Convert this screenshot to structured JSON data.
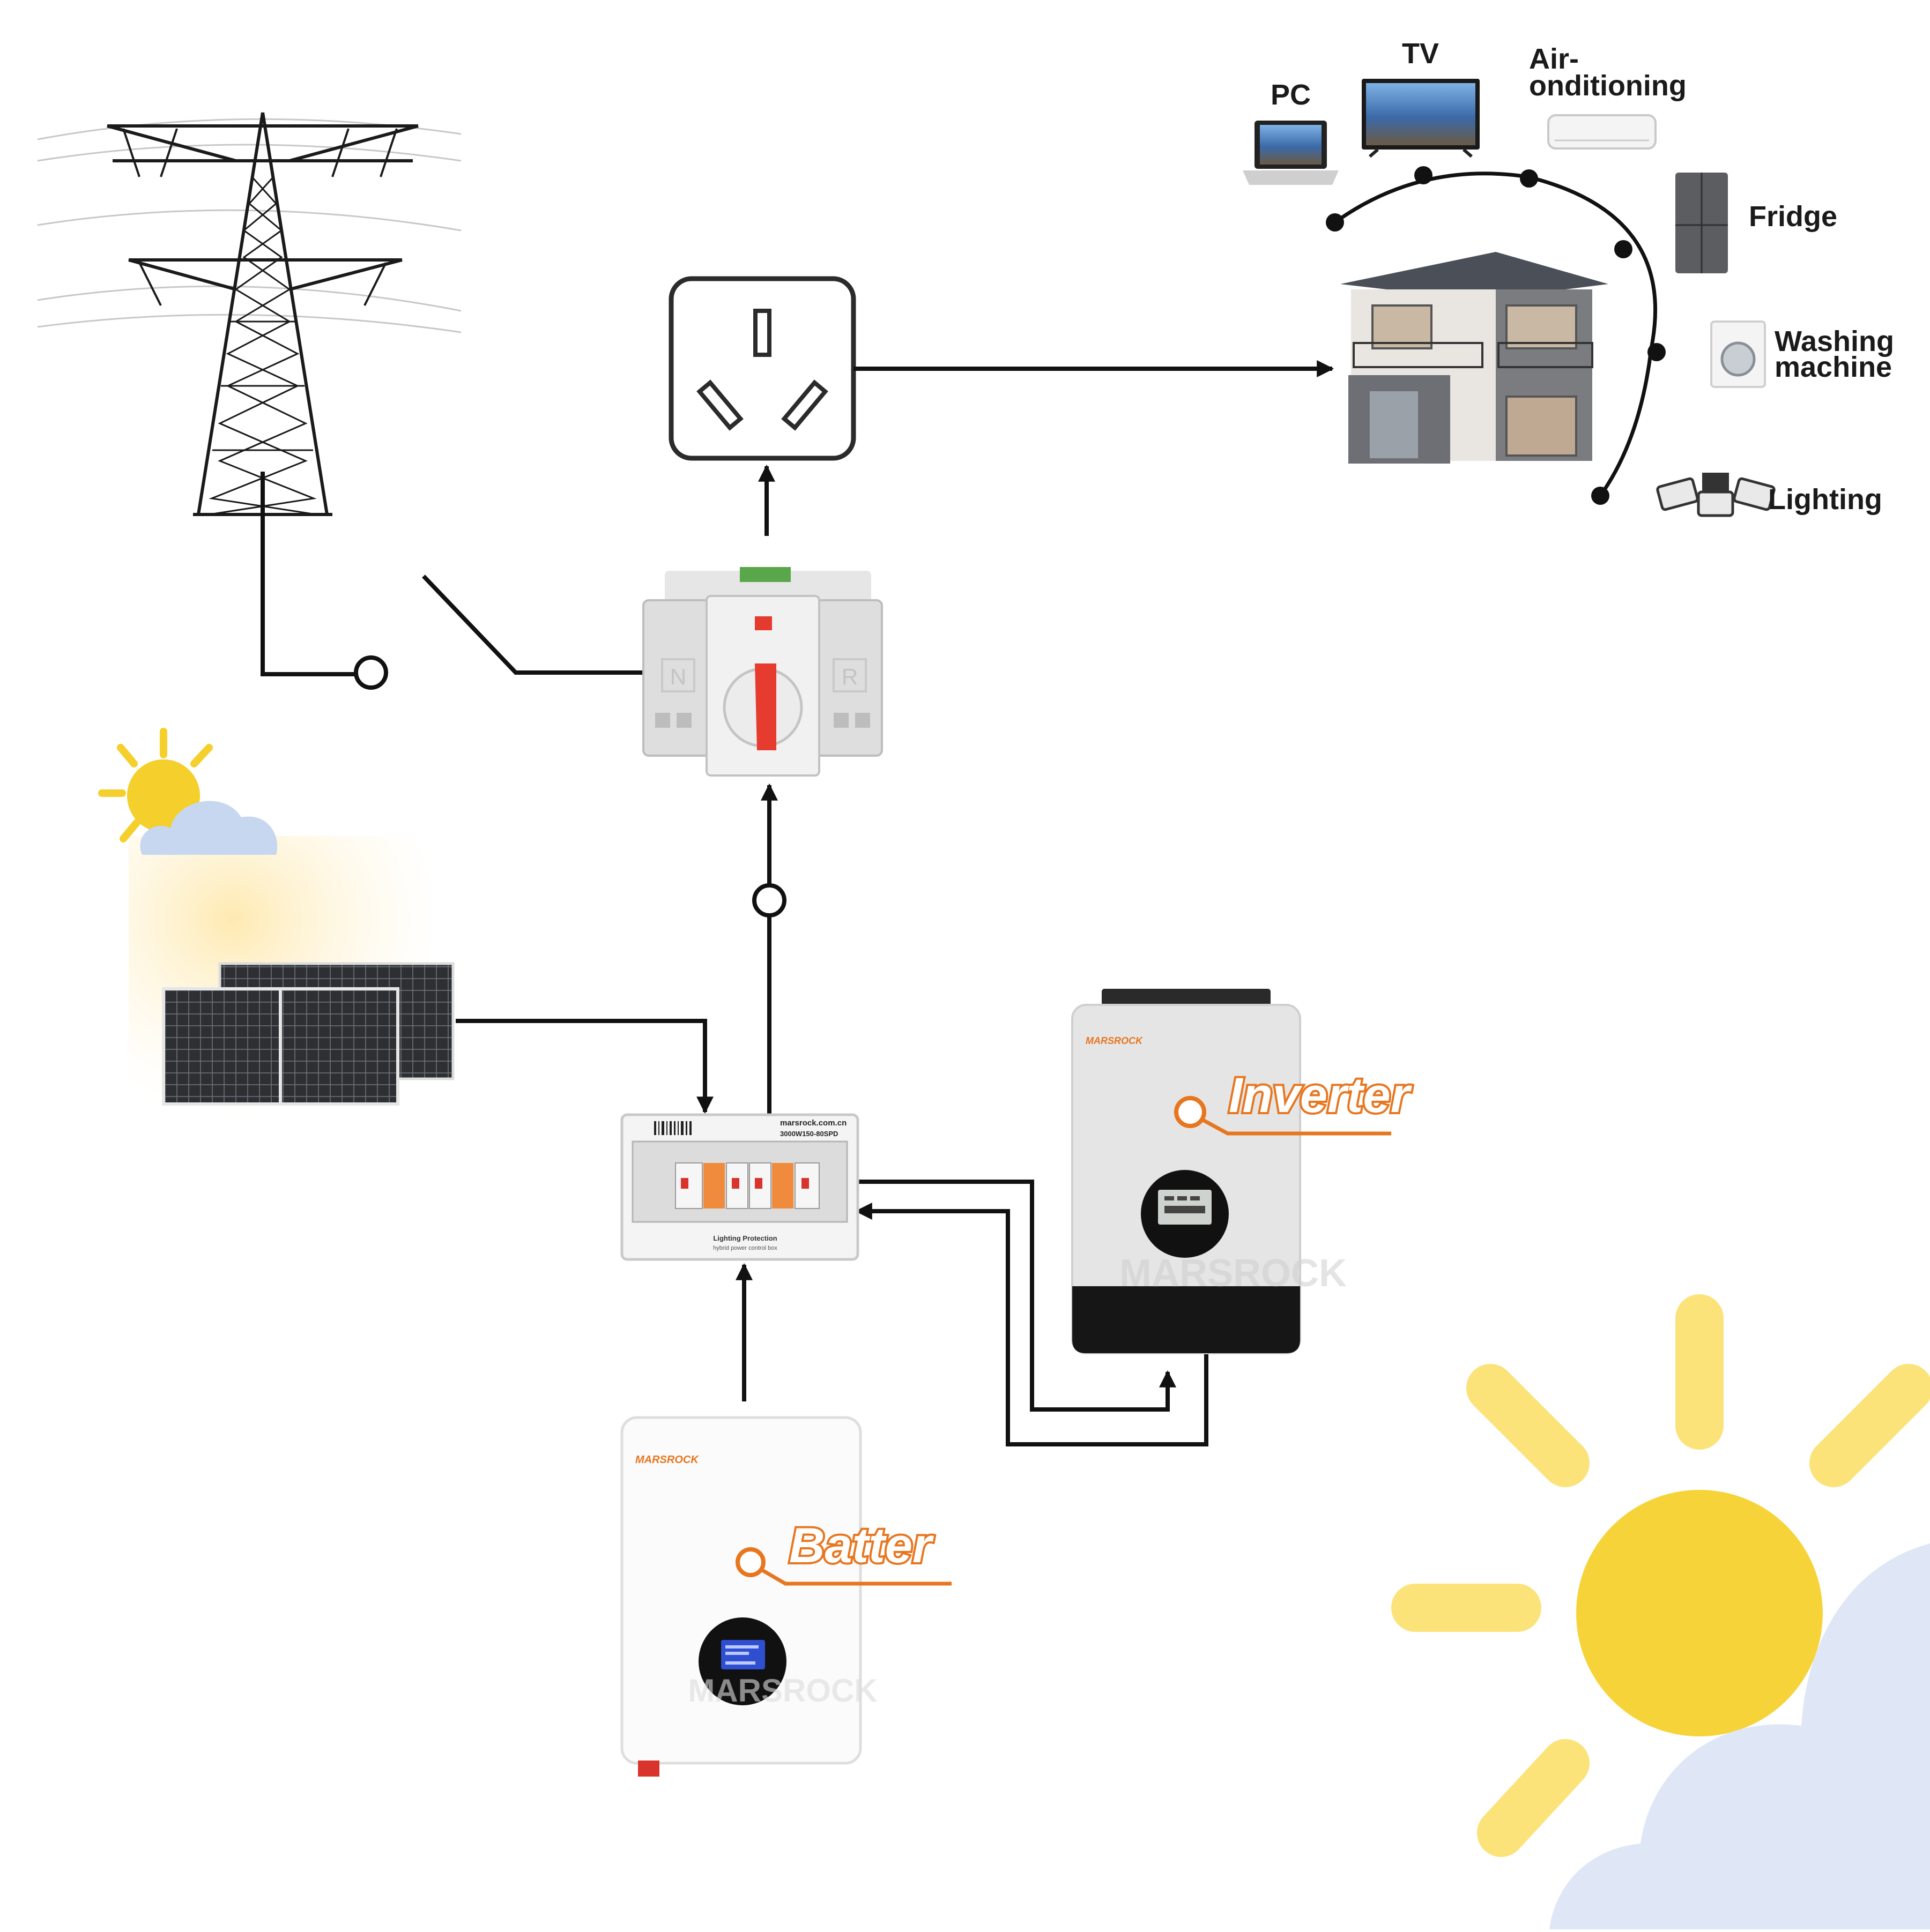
{
  "labels": {
    "pc": "PC",
    "tv": "TV",
    "air_line1": "Air-",
    "air_line2": "onditioning",
    "fridge": "Fridge",
    "washing_line1": "Washing",
    "washing_line2": "machine",
    "lighting": "Lighting",
    "inverter": "Inverter",
    "battery": "Batter"
  },
  "devices": {
    "brand": "MARSROCK",
    "controlbox_url": "marsrock.com.cn",
    "controlbox_model": "3000W150-80SPD",
    "controlbox_title": "Lighting Protection",
    "controlbox_subtitle": "hybrid power control box",
    "switch_left": "N",
    "switch_right": "R",
    "watermark": "MARSROCK"
  },
  "colors": {
    "wire": "#111111",
    "accent_orange": "#e8761f",
    "sun_yellow": "#f7d33a",
    "sun_pale": "#fbe37a",
    "cloud_blue": "#c9d8f0",
    "device_grey": "#dcdcdc"
  },
  "icons": [
    "transmission-tower-icon",
    "socket-icon",
    "transfer-switch-icon",
    "house-icon",
    "laptop-icon",
    "tv-icon",
    "air-conditioner-icon",
    "fridge-icon",
    "washing-machine-icon",
    "lamp-icon",
    "sun-cloud-icon",
    "solar-panel-icon",
    "control-box-icon",
    "inverter-icon",
    "battery-icon"
  ]
}
